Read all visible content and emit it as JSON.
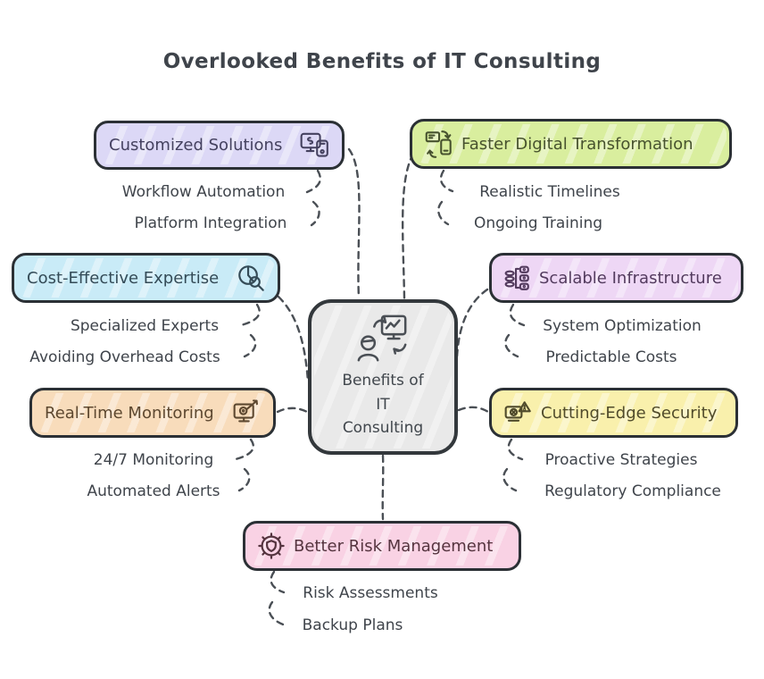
{
  "title": "Overlooked Benefits of IT Consulting",
  "colors": {
    "background": "#ffffff",
    "node_border": "#2b3035",
    "connector": "#4a4f55",
    "sub_text": "#3f444b"
  },
  "center": {
    "lines": [
      "Benefits of",
      "IT",
      "Consulting"
    ],
    "icon": "person-sync-monitor-icon",
    "bg": "#e9e9e9",
    "text_color": "#41474d"
  },
  "branches": [
    {
      "label": "Customized Solutions",
      "icon": "devices-sync-icon",
      "side": "left",
      "bg": "#dcd8f6",
      "text_color": "#44415f",
      "children": [
        "Workflow Automation",
        "Platform Integration"
      ]
    },
    {
      "label": "Faster Digital Transformation",
      "icon": "digital-devices-arrows-icon",
      "side": "right",
      "bg": "#d9ee9e",
      "text_color": "#47522e",
      "children": [
        "Realistic Timelines",
        "Ongoing Training"
      ]
    },
    {
      "label": "Cost-Effective Expertise",
      "icon": "pie-chart-magnifier-icon",
      "side": "left",
      "bg": "#c9ebf7",
      "text_color": "#344b57",
      "children": [
        "Specialized Experts",
        "Avoiding Overhead Costs"
      ]
    },
    {
      "label": "Scalable Infrastructure",
      "icon": "database-stack-icon",
      "side": "right",
      "bg": "#eed7f5",
      "text_color": "#533b5e",
      "children": [
        "System Optimization",
        "Predictable Costs"
      ]
    },
    {
      "label": "Real-Time Monitoring",
      "icon": "monitor-target-icon",
      "side": "left",
      "bg": "#f8dcbb",
      "text_color": "#5d4830",
      "children": [
        "24/7 Monitoring",
        "Automated Alerts"
      ]
    },
    {
      "label": "Cutting-Edge Security",
      "icon": "security-camera-alert-icon",
      "side": "right",
      "bg": "#f9f0ac",
      "text_color": "#504b2b",
      "children": [
        "Proactive Strategies",
        "Regulatory Compliance"
      ]
    },
    {
      "label": "Better Risk Management",
      "icon": "shield-gear-icon",
      "side": "bottom",
      "bg": "#f9d2e4",
      "text_color": "#55343f",
      "children": [
        "Risk Assessments",
        "Backup Plans"
      ]
    }
  ]
}
